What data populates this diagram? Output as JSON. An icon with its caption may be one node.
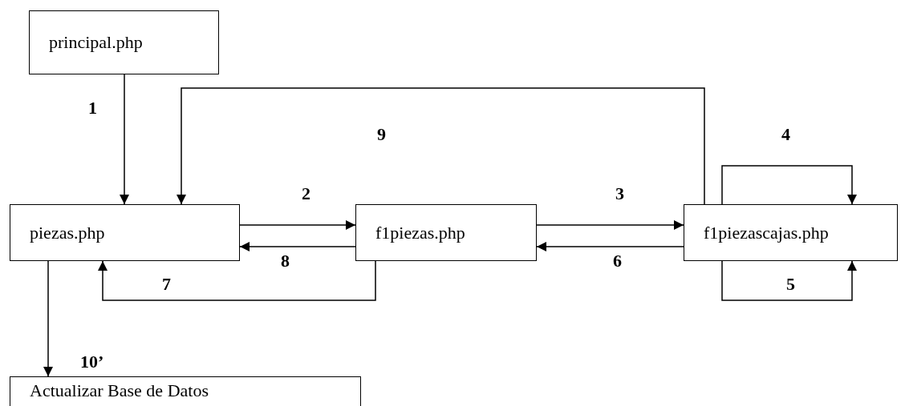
{
  "diagram": {
    "nodes": [
      {
        "text": [
          "principal.php"
        ]
      },
      {
        "text": [
          "piezas.php"
        ]
      },
      {
        "text": [
          "f1piezas.php"
        ]
      },
      {
        "text": [
          "f1piezascajas.php"
        ]
      },
      {
        "text": [
          "Actualizar Base de Datos"
        ]
      }
    ],
    "edges": [
      {
        "from": 0,
        "to": 1,
        "arrow": "to",
        "label": "1"
      },
      {
        "from": 3,
        "to": 1,
        "arrow": "to",
        "label": "9"
      },
      {
        "from": 1,
        "to": 2,
        "arrow": "to",
        "label": "2"
      },
      {
        "from": 2,
        "to": 1,
        "arrow": "to",
        "label": "8"
      },
      {
        "from": 2,
        "to": 1,
        "arrow": "to",
        "label": "7"
      },
      {
        "from": 2,
        "to": 3,
        "arrow": "to",
        "label": "3"
      },
      {
        "from": 3,
        "to": 2,
        "arrow": "to",
        "label": "6"
      },
      {
        "from": 3,
        "to": 3,
        "arrow": "to",
        "label": "4"
      },
      {
        "from": 3,
        "to": 3,
        "arrow": "to",
        "label": "5"
      },
      {
        "from": 1,
        "to": 4,
        "arrow": "to",
        "label": "10’"
      }
    ]
  }
}
